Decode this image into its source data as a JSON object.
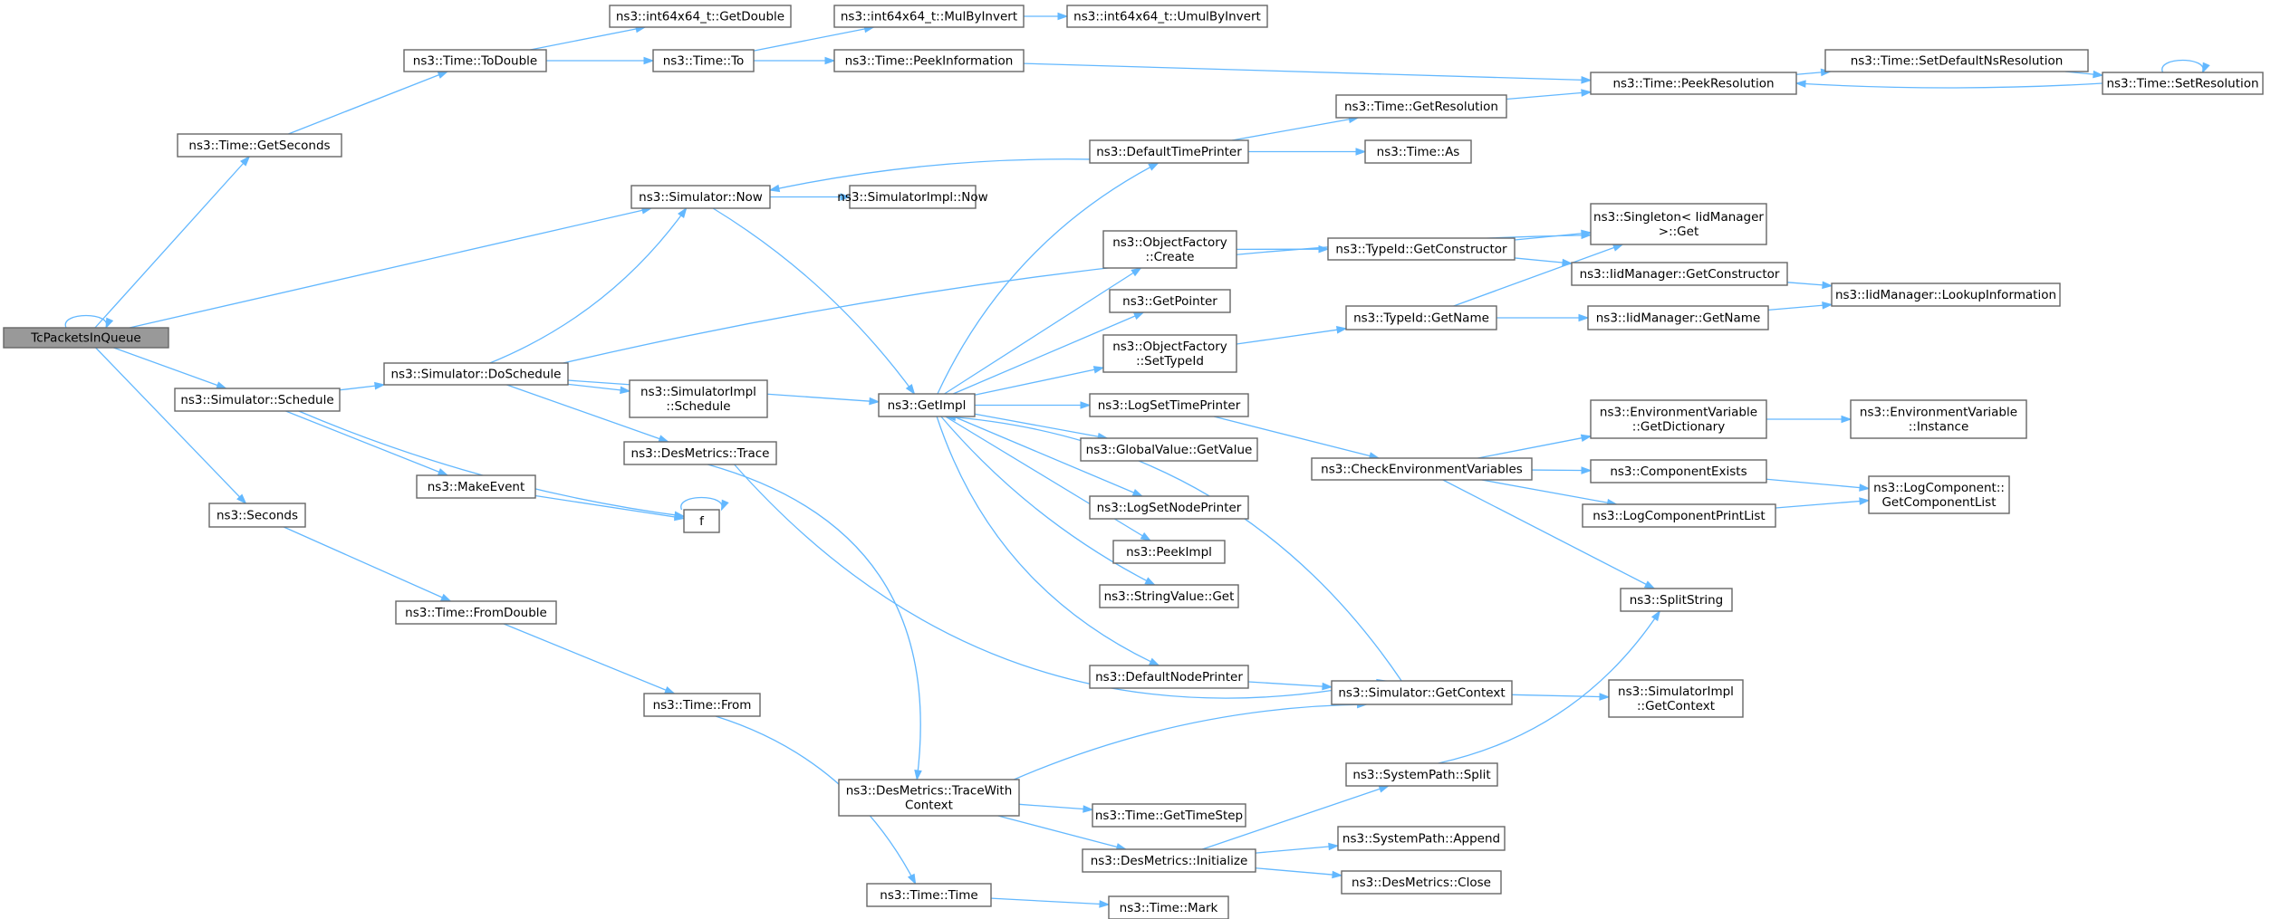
{
  "nodes": [
    {
      "id": "root",
      "label": [
        "TcPacketsInQueue"
      ],
      "root": true
    },
    {
      "id": "getseconds",
      "label": [
        "ns3::Time::GetSeconds"
      ]
    },
    {
      "id": "todouble",
      "label": [
        "ns3::Time::ToDouble"
      ]
    },
    {
      "id": "i64getdouble",
      "label": [
        "ns3::int64x64_t::GetDouble"
      ]
    },
    {
      "id": "timeto",
      "label": [
        "ns3::Time::To"
      ]
    },
    {
      "id": "mulbyinvert",
      "label": [
        "ns3::int64x64_t::MulByInvert"
      ]
    },
    {
      "id": "umulbyinvert",
      "label": [
        "ns3::int64x64_t::UmulByInvert"
      ]
    },
    {
      "id": "peekinfo",
      "label": [
        "ns3::Time::PeekInformation"
      ]
    },
    {
      "id": "peekres",
      "label": [
        "ns3::Time::PeekResolution"
      ]
    },
    {
      "id": "setdefaultns",
      "label": [
        "ns3::Time::SetDefaultNsResolution"
      ]
    },
    {
      "id": "setres",
      "label": [
        "ns3::Time::SetResolution"
      ]
    },
    {
      "id": "simnow",
      "label": [
        "ns3::Simulator::Now"
      ]
    },
    {
      "id": "simimplnow",
      "label": [
        "ns3::SimulatorImpl::Now"
      ]
    },
    {
      "id": "deftimeprinter",
      "label": [
        "ns3::DefaultTimePrinter"
      ]
    },
    {
      "id": "getresolution",
      "label": [
        "ns3::Time::GetResolution"
      ]
    },
    {
      "id": "timeas",
      "label": [
        "ns3::Time::As"
      ]
    },
    {
      "id": "singleton",
      "label": [
        "ns3::Singleton< IidManager",
        ">::Get"
      ]
    },
    {
      "id": "objfcreate",
      "label": [
        "ns3::ObjectFactory",
        "::Create"
      ]
    },
    {
      "id": "getconstructor",
      "label": [
        "ns3::TypeId::GetConstructor"
      ]
    },
    {
      "id": "iidgetconstructor",
      "label": [
        "ns3::IidManager::GetConstructor"
      ]
    },
    {
      "id": "lookupinfo",
      "label": [
        "ns3::IidManager::LookupInformation"
      ]
    },
    {
      "id": "getpointer",
      "label": [
        "ns3::GetPointer"
      ]
    },
    {
      "id": "typeidgetname",
      "label": [
        "ns3::TypeId::GetName"
      ]
    },
    {
      "id": "iidgetname",
      "label": [
        "ns3::IidManager::GetName"
      ]
    },
    {
      "id": "objfsettypeid",
      "label": [
        "ns3::ObjectFactory",
        "::SetTypeId"
      ]
    },
    {
      "id": "simschedule",
      "label": [
        "ns3::Simulator::Schedule"
      ]
    },
    {
      "id": "doschedule",
      "label": [
        "ns3::Simulator::DoSchedule"
      ]
    },
    {
      "id": "simimplschedule",
      "label": [
        "ns3::SimulatorImpl",
        "::Schedule"
      ]
    },
    {
      "id": "getimpl",
      "label": [
        "ns3::GetImpl"
      ]
    },
    {
      "id": "logsettimeprinter",
      "label": [
        "ns3::LogSetTimePrinter"
      ]
    },
    {
      "id": "envgetdict",
      "label": [
        "ns3::EnvironmentVariable",
        "::GetDictionary"
      ]
    },
    {
      "id": "envinstance",
      "label": [
        "ns3::EnvironmentVariable",
        "::Instance"
      ]
    },
    {
      "id": "desmetricstrace",
      "label": [
        "ns3::DesMetrics::Trace"
      ]
    },
    {
      "id": "globalvalue",
      "label": [
        "ns3::GlobalValue::GetValue"
      ]
    },
    {
      "id": "checkenv",
      "label": [
        "ns3::CheckEnvironmentVariables"
      ]
    },
    {
      "id": "compexists",
      "label": [
        "ns3::ComponentExists"
      ]
    },
    {
      "id": "logcomplist",
      "label": [
        "ns3::LogComponent::",
        "GetComponentList"
      ]
    },
    {
      "id": "makeevent",
      "label": [
        "ns3::MakeEvent"
      ]
    },
    {
      "id": "logsetnodeprinter",
      "label": [
        "ns3::LogSetNodePrinter"
      ]
    },
    {
      "id": "logcompprintlist",
      "label": [
        "ns3::LogComponentPrintList"
      ]
    },
    {
      "id": "f",
      "label": [
        "f"
      ]
    },
    {
      "id": "seconds",
      "label": [
        "ns3::Seconds"
      ]
    },
    {
      "id": "peekimpl",
      "label": [
        "ns3::PeekImpl"
      ]
    },
    {
      "id": "stringvalueget",
      "label": [
        "ns3::StringValue::Get"
      ]
    },
    {
      "id": "splitstring",
      "label": [
        "ns3::SplitString"
      ]
    },
    {
      "id": "fromdouble",
      "label": [
        "ns3::Time::FromDouble"
      ]
    },
    {
      "id": "defnodeprinter",
      "label": [
        "ns3::DefaultNodePrinter"
      ]
    },
    {
      "id": "simgetcontext",
      "label": [
        "ns3::Simulator::GetContext"
      ]
    },
    {
      "id": "simimplgetcontext",
      "label": [
        "ns3::SimulatorImpl",
        "::GetContext"
      ]
    },
    {
      "id": "timefrom",
      "label": [
        "ns3::Time::From"
      ]
    },
    {
      "id": "syspathsplit",
      "label": [
        "ns3::SystemPath::Split"
      ]
    },
    {
      "id": "tracewithcontext",
      "label": [
        "ns3::DesMetrics::TraceWith",
        "Context"
      ]
    },
    {
      "id": "gettimestep",
      "label": [
        "ns3::Time::GetTimeStep"
      ]
    },
    {
      "id": "syspathappend",
      "label": [
        "ns3::SystemPath::Append"
      ]
    },
    {
      "id": "desinit",
      "label": [
        "ns3::DesMetrics::Initialize"
      ]
    },
    {
      "id": "desclose",
      "label": [
        "ns3::DesMetrics::Close"
      ]
    },
    {
      "id": "timetime",
      "label": [
        "ns3::Time::Time"
      ]
    },
    {
      "id": "timemark",
      "label": [
        "ns3::Time::Mark"
      ]
    }
  ],
  "edges": [
    [
      "root",
      "root"
    ],
    [
      "root",
      "getseconds"
    ],
    [
      "root",
      "simnow"
    ],
    [
      "root",
      "simschedule"
    ],
    [
      "root",
      "seconds"
    ],
    [
      "getseconds",
      "todouble"
    ],
    [
      "todouble",
      "i64getdouble"
    ],
    [
      "todouble",
      "timeto"
    ],
    [
      "timeto",
      "mulbyinvert"
    ],
    [
      "timeto",
      "peekinfo"
    ],
    [
      "mulbyinvert",
      "umulbyinvert"
    ],
    [
      "peekinfo",
      "peekres"
    ],
    [
      "peekres",
      "setdefaultns"
    ],
    [
      "setdefaultns",
      "setres"
    ],
    [
      "setres",
      "peekres"
    ],
    [
      "setres",
      "setres"
    ],
    [
      "simnow",
      "simimplnow"
    ],
    [
      "simnow",
      "getimpl"
    ],
    [
      "deftimeprinter",
      "simnow"
    ],
    [
      "deftimeprinter",
      "getresolution"
    ],
    [
      "deftimeprinter",
      "timeas"
    ],
    [
      "getresolution",
      "peekres"
    ],
    [
      "simschedule",
      "doschedule"
    ],
    [
      "simschedule",
      "makeevent"
    ],
    [
      "simschedule",
      "f"
    ],
    [
      "doschedule",
      "simnow"
    ],
    [
      "doschedule",
      "singleton"
    ],
    [
      "doschedule",
      "getimpl"
    ],
    [
      "doschedule",
      "simimplschedule"
    ],
    [
      "doschedule",
      "desmetricstrace"
    ],
    [
      "getimpl",
      "deftimeprinter"
    ],
    [
      "getimpl",
      "objfcreate"
    ],
    [
      "getimpl",
      "getpointer"
    ],
    [
      "getimpl",
      "objfsettypeid"
    ],
    [
      "getimpl",
      "logsettimeprinter"
    ],
    [
      "getimpl",
      "globalvalue"
    ],
    [
      "getimpl",
      "logsetnodeprinter"
    ],
    [
      "getimpl",
      "peekimpl"
    ],
    [
      "getimpl",
      "stringvalueget"
    ],
    [
      "getimpl",
      "defnodeprinter"
    ],
    [
      "objfcreate",
      "getconstructor"
    ],
    [
      "getconstructor",
      "singleton"
    ],
    [
      "getconstructor",
      "iidgetconstructor"
    ],
    [
      "iidgetconstructor",
      "lookupinfo"
    ],
    [
      "objfsettypeid",
      "typeidgetname"
    ],
    [
      "typeidgetname",
      "singleton"
    ],
    [
      "typeidgetname",
      "iidgetname"
    ],
    [
      "iidgetname",
      "lookupinfo"
    ],
    [
      "logsettimeprinter",
      "checkenv"
    ],
    [
      "checkenv",
      "envgetdict"
    ],
    [
      "checkenv",
      "compexists"
    ],
    [
      "checkenv",
      "logcompprintlist"
    ],
    [
      "checkenv",
      "splitstring"
    ],
    [
      "envgetdict",
      "envinstance"
    ],
    [
      "compexists",
      "logcomplist"
    ],
    [
      "logcompprintlist",
      "logcomplist"
    ],
    [
      "makeevent",
      "f"
    ],
    [
      "f",
      "f"
    ],
    [
      "desmetricstrace",
      "simgetcontext"
    ],
    [
      "desmetricstrace",
      "tracewithcontext"
    ],
    [
      "seconds",
      "fromdouble"
    ],
    [
      "fromdouble",
      "timefrom"
    ],
    [
      "timefrom",
      "timetime"
    ],
    [
      "defnodeprinter",
      "simgetcontext"
    ],
    [
      "simgetcontext",
      "getimpl"
    ],
    [
      "simgetcontext",
      "simimplgetcontext"
    ],
    [
      "tracewithcontext",
      "simgetcontext"
    ],
    [
      "tracewithcontext",
      "gettimestep"
    ],
    [
      "tracewithcontext",
      "desinit"
    ],
    [
      "desinit",
      "syspathsplit"
    ],
    [
      "desinit",
      "syspathappend"
    ],
    [
      "desinit",
      "desclose"
    ],
    [
      "syspathsplit",
      "splitstring"
    ],
    [
      "timetime",
      "timemark"
    ]
  ]
}
